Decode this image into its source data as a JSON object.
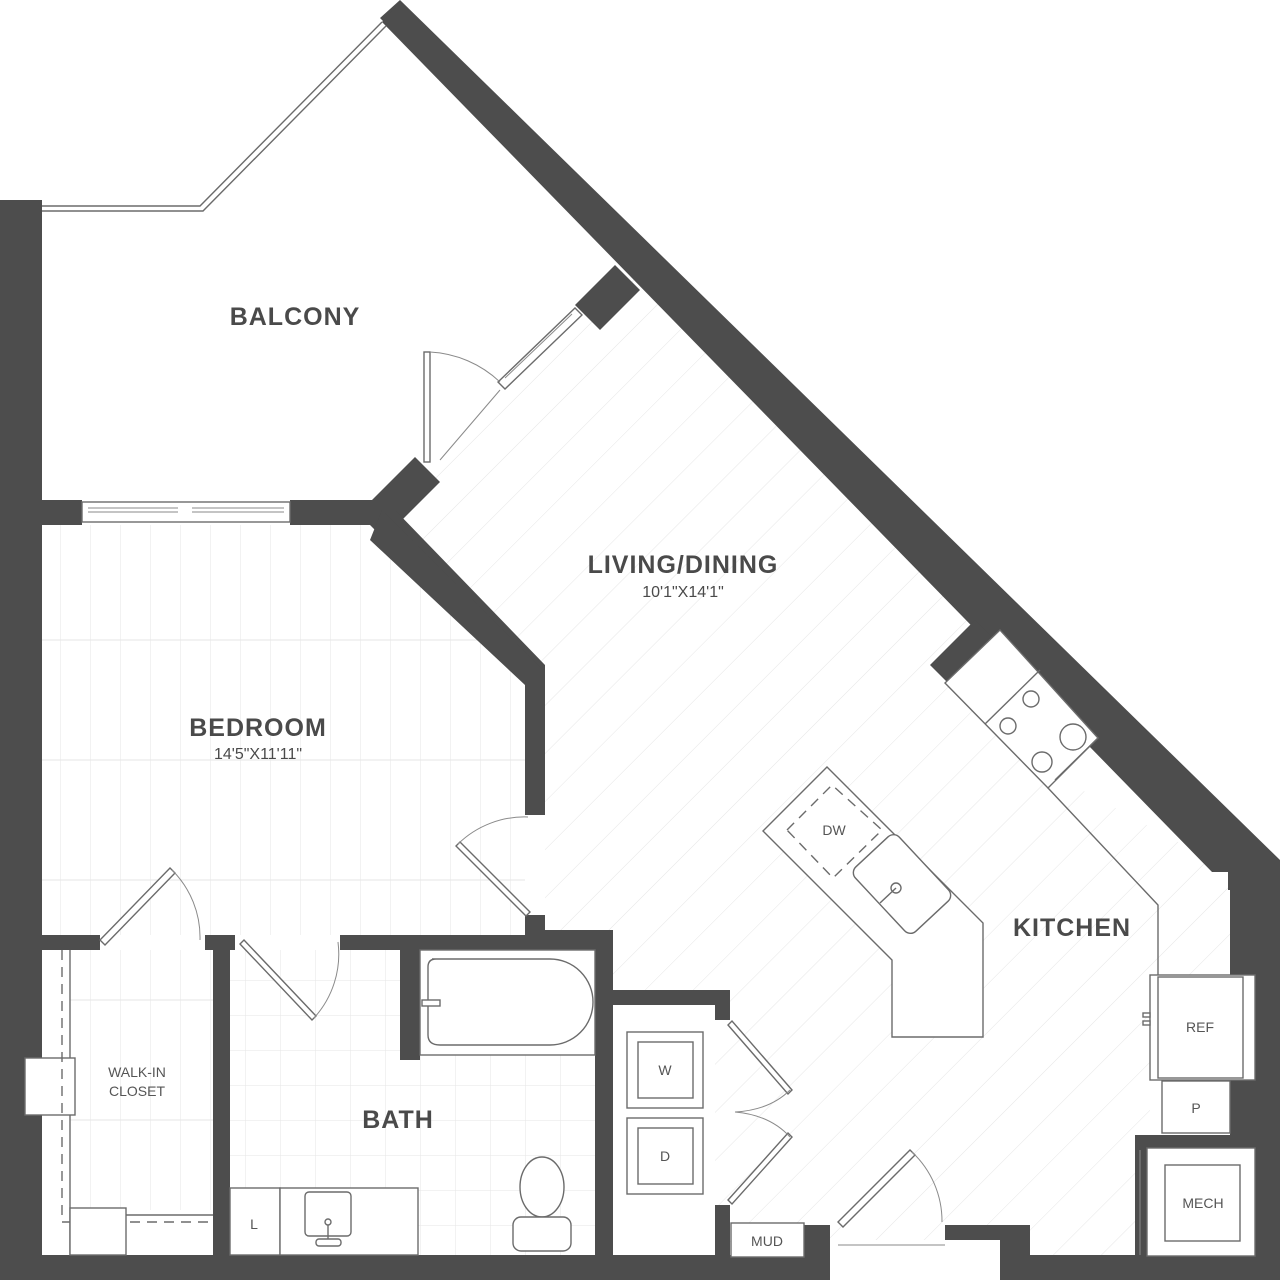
{
  "plan": {
    "colors": {
      "wall": "#4d4d4d",
      "line": "#6b6b6b",
      "floor_grid": "#e6e6e6",
      "label": "#4a4a4a",
      "background": "#ffffff"
    },
    "rooms": {
      "balcony": {
        "name": "BALCONY"
      },
      "living_dining": {
        "name": "LIVING/DINING",
        "dimensions": "10'1\"X14'1\""
      },
      "bedroom": {
        "name": "BEDROOM",
        "dimensions": "14'5\"X11'11\""
      },
      "kitchen": {
        "name": "KITCHEN"
      },
      "bath": {
        "name": "BATH"
      },
      "walk_in_closet": {
        "name_line1": "WALK-IN",
        "name_line2": "CLOSET"
      }
    },
    "fixtures": {
      "dishwasher": "DW",
      "washer": "W",
      "dryer": "D",
      "mudroom": "MUD",
      "refrigerator": "REF",
      "pantry": "P",
      "mechanical": "MECH",
      "linen": "L"
    }
  }
}
